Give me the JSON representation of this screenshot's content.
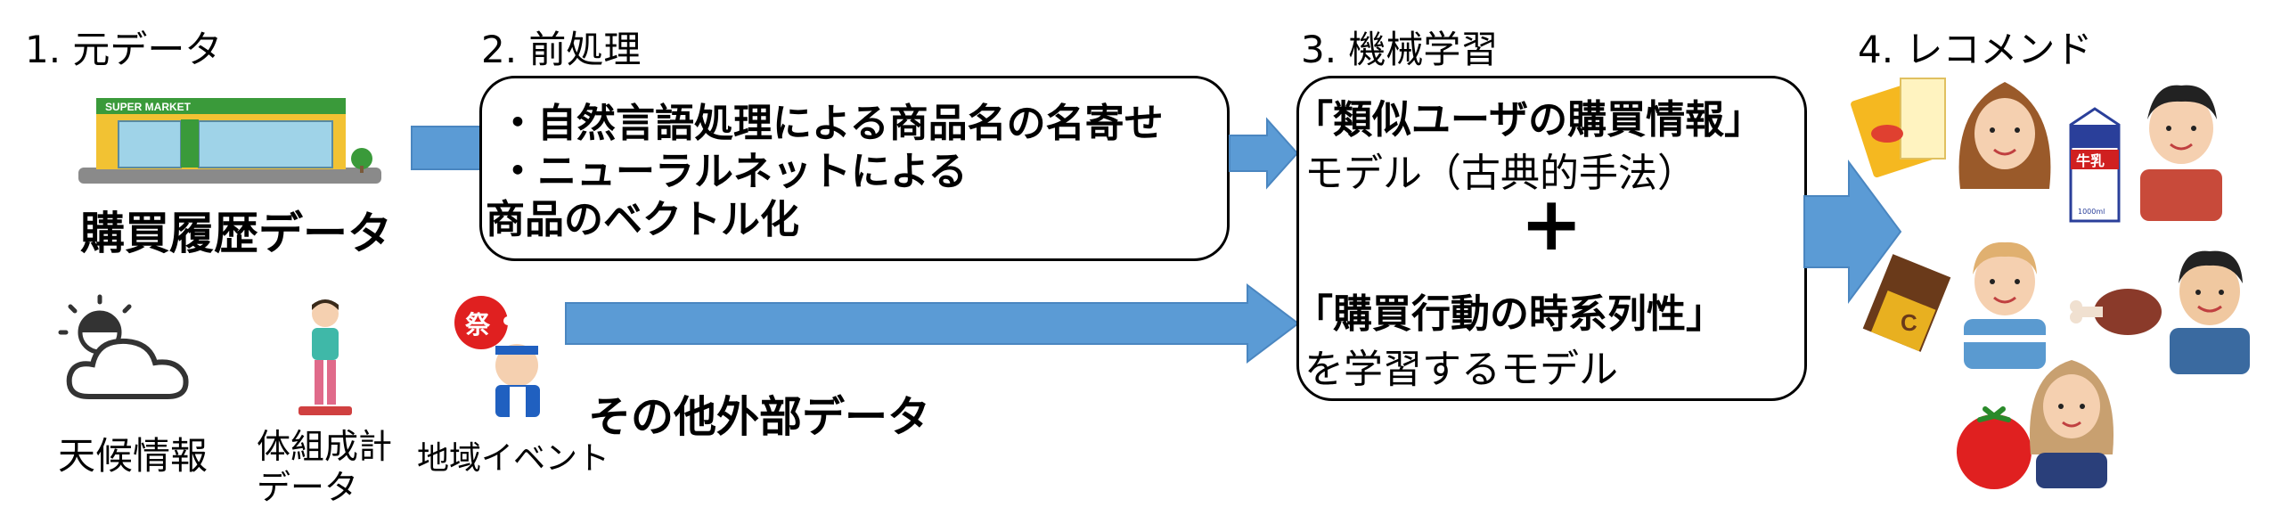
{
  "steps": {
    "step1": "1.  元データ",
    "step2": "2.  前処理",
    "step3": "3.  機械学習",
    "step4": "4.  レコメンド"
  },
  "source": {
    "store_sign": "SUPER MARKET",
    "purchase_history": "購買履歴データ",
    "weather": "天候情報",
    "body_comp_line1": "体組成計",
    "body_comp_line2": "データ",
    "local_event": "地域イベント",
    "festival_mark": "祭",
    "other_external": "その他外部データ"
  },
  "preprocess": {
    "line1": "・自然言語処理による商品名の名寄せ",
    "line2": "・ニューラルネットによる",
    "line3": "商品のベクトル化"
  },
  "ml": {
    "model1_title": "「類似ユーザの購買情報」",
    "model1_desc": "モデル（古典的手法）",
    "plus": "+",
    "model2_title": "「購買行動の時系列性」",
    "model2_desc": "を学習するモデル"
  },
  "recommend": {
    "milk_label": "牛乳",
    "milk_size": "1000ml",
    "chocolate_mark": "C"
  },
  "colors": {
    "arrow": "#5b9bd5",
    "store_green": "#3a9a3a",
    "store_roof": "#2f8f2f",
    "tomato": "#e02020"
  }
}
